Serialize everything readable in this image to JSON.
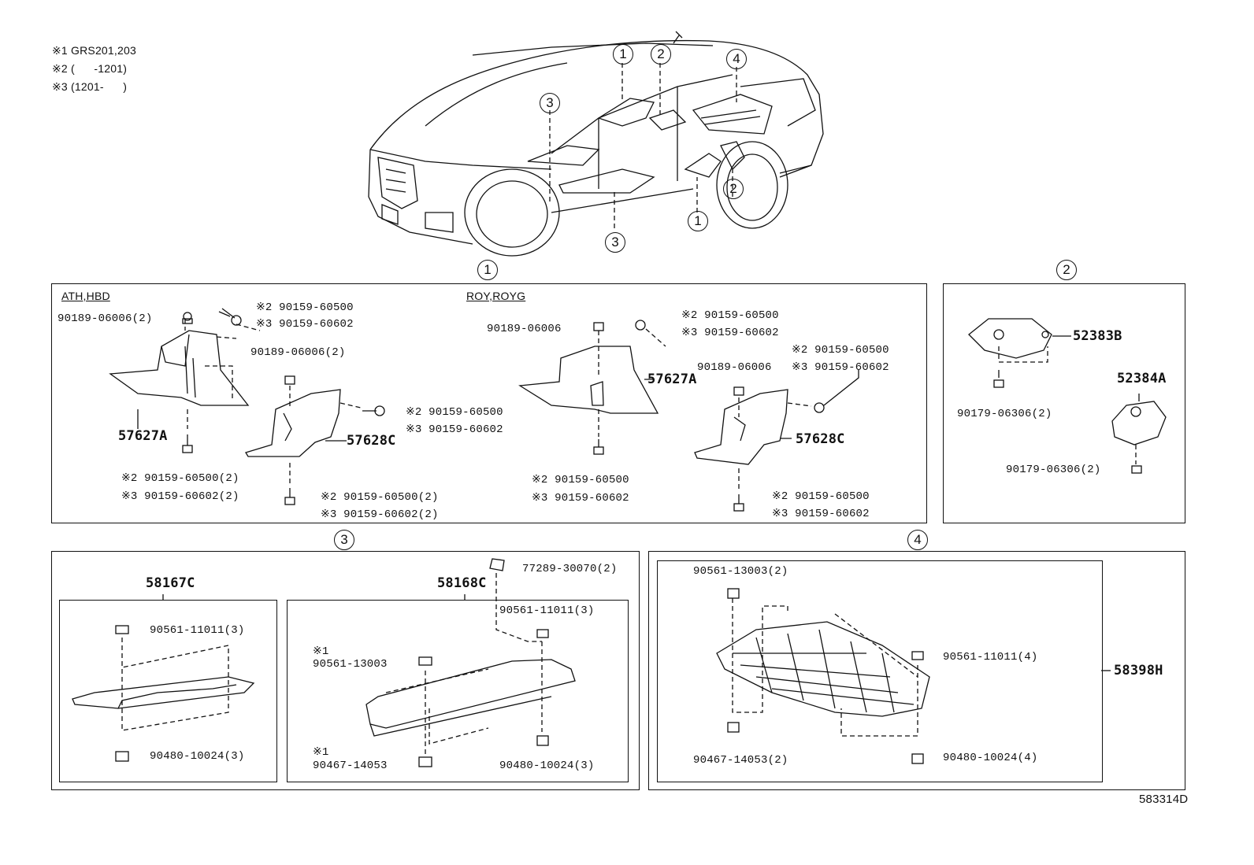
{
  "notes": [
    "※1 GRS201,203",
    "※2 (      -1201)",
    "※3 (1201-      )"
  ],
  "callouts": {
    "c1": "1",
    "c2": "2",
    "c3": "3",
    "c4": "4"
  },
  "section1": {
    "left_variant": "ATH,HBD",
    "right_variant": "ROY,ROYG",
    "parts": {
      "p57627A_l": "57627A",
      "p57628C_l": "57628C",
      "p57627A_r": "57627A",
      "p57628C_r": "57628C"
    },
    "fasteners": {
      "f1": "90189-06006(2)",
      "f2a": "※2 90159-60500",
      "f2b": "※3 90159-60602",
      "f3": "90189-06006(2)",
      "f4a": "※2 90159-60500",
      "f4b": "※3 90159-60602",
      "f5a": "※2 90159-60500(2)",
      "f5b": "※3 90159-60602(2)",
      "f6a": "※2 90159-60500(2)",
      "f6b": "※3 90159-60602(2)",
      "f7": "90189-06006",
      "f8a": "※2 90159-60500",
      "f8b": "※3 90159-60602",
      "f9a": "※2 90159-60500",
      "f9b": "※3 90159-60602",
      "f10": "90189-06006",
      "f11a": "※2 90159-60500",
      "f11b": "※3 90159-60602",
      "f12a": "※2 90159-60500",
      "f12b": "※3 90159-60602"
    }
  },
  "section2": {
    "parts": {
      "a": "52383B",
      "b": "52384A"
    },
    "fasteners": {
      "f1": "90179-06306(2)",
      "f2": "90179-06306(2)"
    }
  },
  "section3": {
    "parts": {
      "a": "58167C",
      "b": "58168C"
    },
    "fasteners": {
      "f1": "90561-11011(3)",
      "f2": "90480-10024(3)",
      "f3": "77289-30070(2)",
      "f4": "90561-11011(3)",
      "f5n": "※1",
      "f5": "90561-13003",
      "f6n": "※1",
      "f6": "90467-14053",
      "f7": "90480-10024(3)"
    }
  },
  "section4": {
    "parts": {
      "a": "58398H"
    },
    "fasteners": {
      "f1": "90561-13003(2)",
      "f2": "90561-11011(4)",
      "f3": "90467-14053(2)",
      "f4": "90480-10024(4)"
    }
  },
  "diagram_code": "583314D"
}
